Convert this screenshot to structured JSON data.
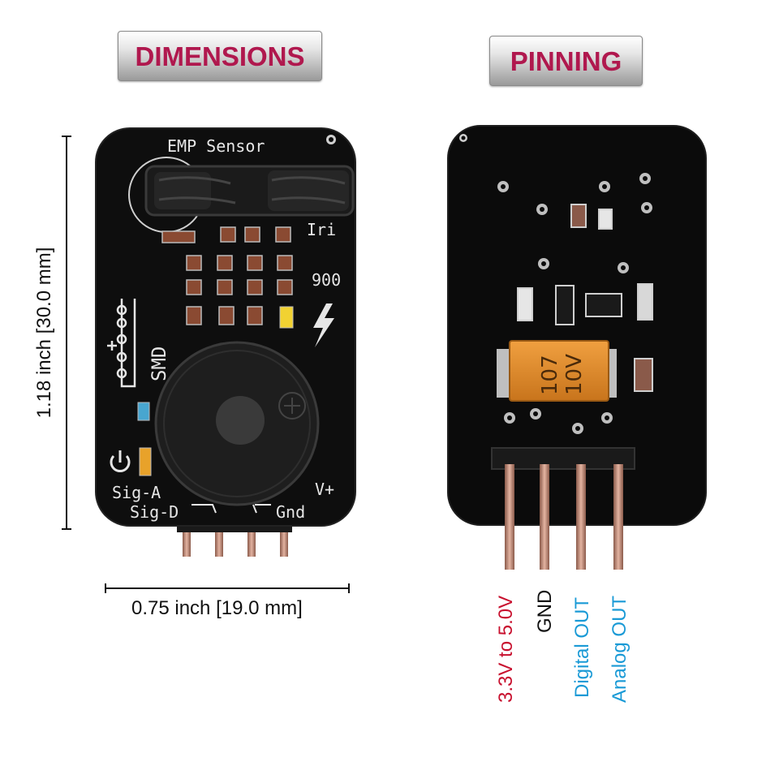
{
  "headers": {
    "dimensions": "DIMENSIONS",
    "pinning": "PINNING"
  },
  "dimensions": {
    "width_label": "0.75 inch [19.0 mm]",
    "height_label": "1.18 inch [30.0 mm]"
  },
  "front_board": {
    "title": "EMP Sensor",
    "silkscreen": {
      "partial_right_text": "Iri",
      "partial_number": "900",
      "logo_text": "SMD",
      "sig_a": "Sig-A",
      "sig_d": "Sig-D",
      "v_plus": "V+",
      "gnd": "Gnd"
    }
  },
  "back_board": {
    "capacitor_value": "107",
    "capacitor_voltage": "10V"
  },
  "pin_labels": [
    {
      "text": "3.3V to 5.0V",
      "color": "#c8102e"
    },
    {
      "text": "GND",
      "color": "#111111"
    },
    {
      "text": "Digital OUT",
      "color": "#1a9ad6"
    },
    {
      "text": "Analog OUT",
      "color": "#1a9ad6"
    }
  ],
  "colors": {
    "header_text": "#b0184e",
    "pcb": "#0d0d0d",
    "pin_metal": "#c98f7c",
    "capacitor": "#e08a2a"
  }
}
